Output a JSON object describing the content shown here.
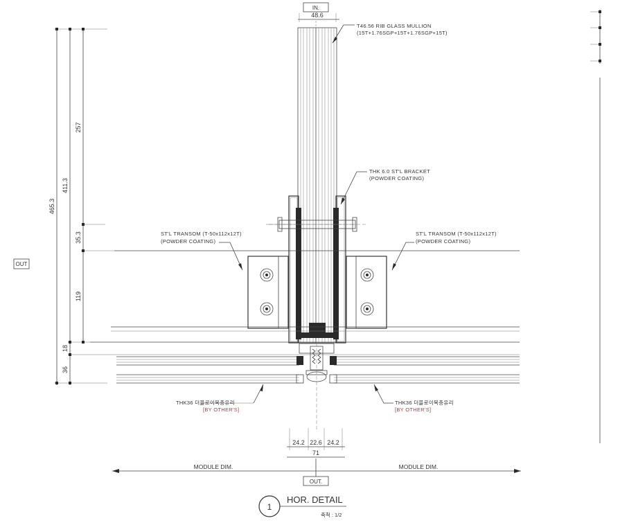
{
  "labels": {
    "in_tag": "IN.",
    "out_tag": "OUT.",
    "out_left": "OUT",
    "mullion_title": "T46.56 RIB GLASS MULLION",
    "mullion_spec": "(15T+1.76SGP+15T+1.76SGP+15T)",
    "bracket_title": "THK 6.0 ST'L BRACKET",
    "bracket_spec": "(POWDER COATING)",
    "transom_left_title": "ST'L TRANSOM (T-50x112x12T)",
    "transom_left_spec": "(POWDER COATING)",
    "transom_right_title": "ST'L TRANSOM (T-50x112x12T)",
    "transom_right_spec": "(POWDER COATING)",
    "glass_left_title": "THK36 더블로이복층유리",
    "glass_left_by": "[BY OTHER'S]",
    "glass_right_title": "THK36 더블로이복층유리",
    "glass_right_by": "[BY OTHER'S]",
    "module_left": "MODULE DIM.",
    "module_right": "MODULE DIM."
  },
  "dimensions": {
    "top_width": "48.6",
    "overall": "465.3",
    "sub_total": "411.3",
    "seg_a": "257",
    "seg_b": "35.3",
    "seg_c": "119",
    "seg_d": "18",
    "seg_e": "36",
    "bottom_a": "24.2",
    "bottom_b": "22.6",
    "bottom_c": "24.2",
    "bottom_total": "71"
  },
  "title_block": {
    "number": "1",
    "title": "HOR. DETAIL",
    "scale": "축척 : 1/2"
  },
  "colors": {
    "line": "#333333",
    "red_note": "#b23a3a"
  }
}
